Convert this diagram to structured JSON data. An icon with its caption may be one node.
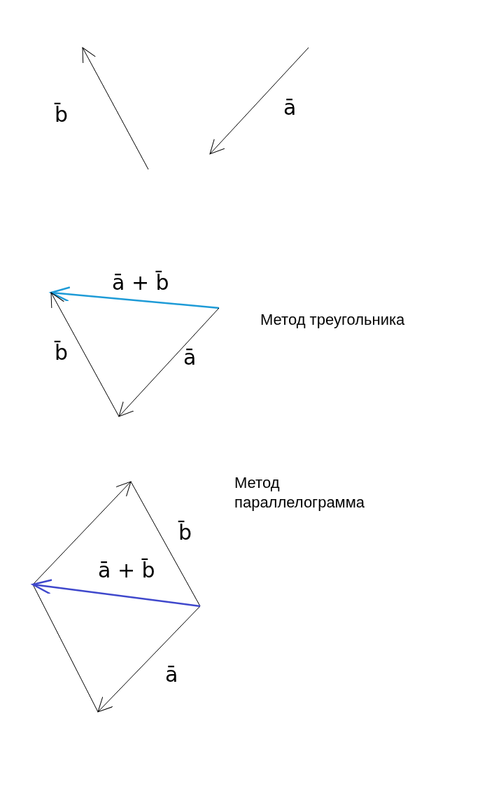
{
  "diagram": {
    "labels": [
      "b̄",
      "ā",
      "ā + b̄",
      "Метод треугольника",
      "b̄",
      "ā",
      "Метод параллелограмма",
      "ā + b̄",
      "b̄",
      "ā"
    ]
  }
}
